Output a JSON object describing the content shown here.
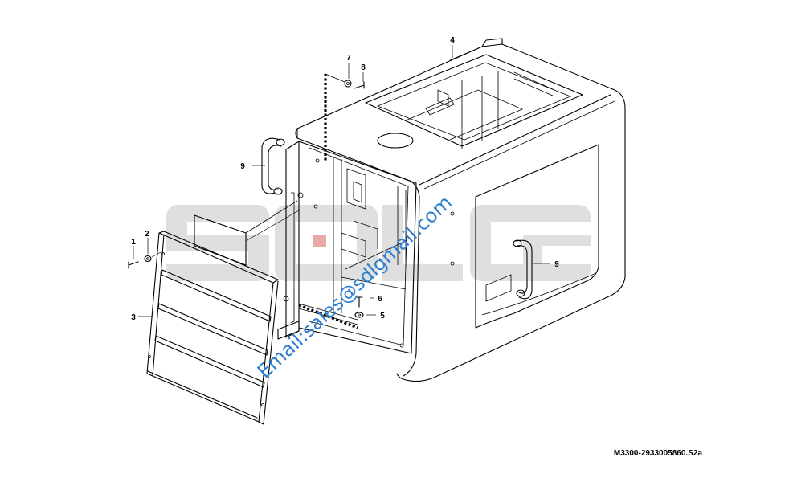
{
  "diagram": {
    "callouts": [
      {
        "id": "c1",
        "text": "1"
      },
      {
        "id": "c2",
        "text": "2"
      },
      {
        "id": "c3",
        "text": "3"
      },
      {
        "id": "c4",
        "text": "4"
      },
      {
        "id": "c5",
        "text": "5"
      },
      {
        "id": "c6",
        "text": "6"
      },
      {
        "id": "c7",
        "text": "7"
      },
      {
        "id": "c8",
        "text": "8"
      },
      {
        "id": "c9a",
        "text": "9"
      },
      {
        "id": "c9b",
        "text": "9"
      }
    ],
    "drawing_code": "M3300-2933005860.S2a"
  },
  "watermark": {
    "logo_text": "SDLG",
    "email_text": "Email:sales@sdlgmail.com",
    "logo_color": "#dcdcdc",
    "logo_accent_color": "#e8a0a0",
    "email_color": "#2e7fd0"
  }
}
